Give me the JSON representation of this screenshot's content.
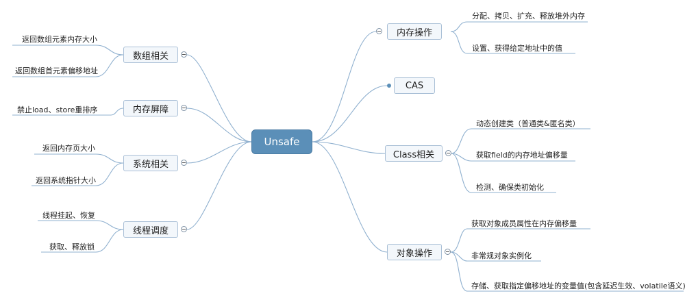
{
  "central": "Unsafe",
  "left": [
    {
      "label": "数组相关",
      "leaves": [
        "返回数组元素内存大小",
        "返回数组首元素偏移地址"
      ]
    },
    {
      "label": "内存屏障",
      "leaves": [
        "禁止load、store重排序"
      ]
    },
    {
      "label": "系统相关",
      "leaves": [
        "返回内存页大小",
        "返回系统指针大小"
      ]
    },
    {
      "label": "线程调度",
      "leaves": [
        "线程挂起、恢复",
        "获取、释放锁"
      ]
    }
  ],
  "right": [
    {
      "label": "内存操作",
      "leaves": [
        "分配、拷贝、扩充、释放堆外内存",
        "设置、获得给定地址中的值"
      ]
    },
    {
      "label": "CAS",
      "leaves": []
    },
    {
      "label": "Class相关",
      "leaves": [
        "动态创建类（普通类&匿名类）",
        "获取field的内存地址偏移量",
        "检测、确保类初始化"
      ]
    },
    {
      "label": "对象操作",
      "leaves": [
        "获取对象成员属性在内存偏移量",
        "非常规对象实例化",
        "存储、获取指定偏移地址的变量值(包含延迟生效、volatile语义)"
      ]
    }
  ]
}
